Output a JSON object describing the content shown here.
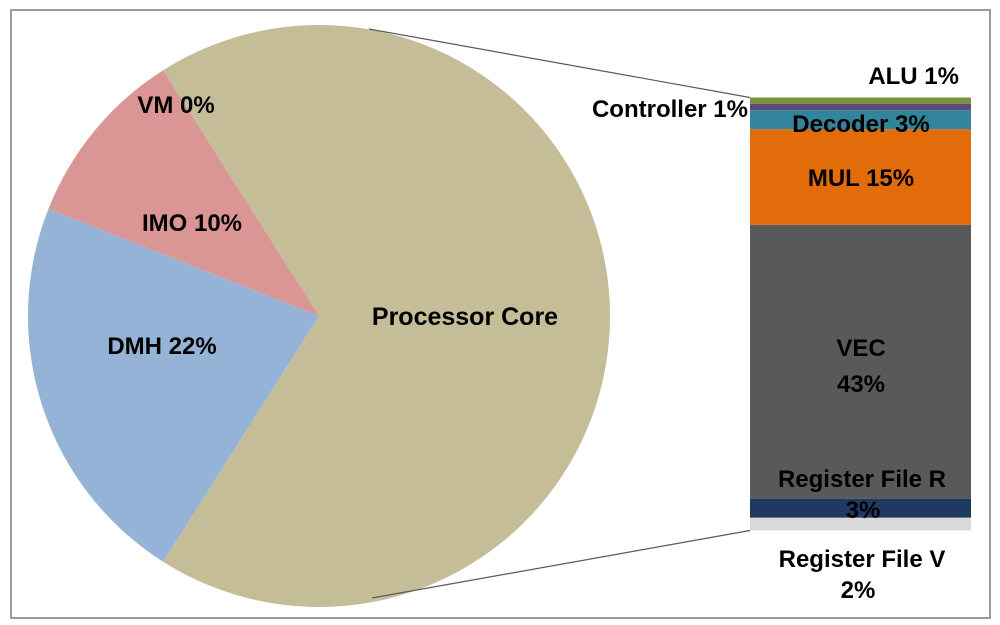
{
  "chart_data": {
    "type": "pie",
    "subtype": "bar-of-pie",
    "title": "",
    "legend": "none",
    "pie": {
      "start_angle_deg": -32.4,
      "direction": "clockwise",
      "slices": [
        {
          "name": "processor-core",
          "label": "Processor Core",
          "value_pct": 68,
          "color": "#C4BD97"
        },
        {
          "name": "dmh",
          "label": "DMH 22%",
          "value_pct": 22,
          "color": "#95B3D7"
        },
        {
          "name": "imo",
          "label": "IMO 10%",
          "value_pct": 10,
          "color": "#D99694"
        },
        {
          "name": "vm",
          "label": "VM 0%",
          "value_pct": 0,
          "color": "#D99694"
        }
      ]
    },
    "bar": {
      "represents": "Processor Core breakdown",
      "total_pct": 68,
      "segments_top_to_bottom": [
        {
          "name": "alu",
          "label": "ALU 1%",
          "value_pct": 1,
          "color": "#77933C"
        },
        {
          "name": "controller",
          "label": "Controller 1%",
          "value_pct": 1,
          "color": "#604A7B"
        },
        {
          "name": "decoder",
          "label": "Decoder 3%",
          "value_pct": 3,
          "color": "#31849B"
        },
        {
          "name": "mul",
          "label": "MUL 15%",
          "value_pct": 15,
          "color": "#E36C0A"
        },
        {
          "name": "vec",
          "label": "VEC 43%",
          "value_pct": 43,
          "color": "#595959"
        },
        {
          "name": "register-file-r",
          "label": "Register File R 3%",
          "value_pct": 3,
          "color": "#1F3A60"
        },
        {
          "name": "register-file-v",
          "label": "Register File V 2%",
          "value_pct": 2,
          "color": "#D9D9D9"
        }
      ]
    },
    "colors": {
      "connector_line": "#595959",
      "frame_border": "#9B9B9B",
      "label_text": "#000000"
    }
  },
  "labels": {
    "vm": "VM 0%",
    "imo": "IMO 10%",
    "dmh": "DMH 22%",
    "processor_core": "Processor Core",
    "controller": "Controller 1%",
    "alu": "ALU 1%",
    "decoder": "Decoder 3%",
    "mul": "MUL 15%",
    "vec_line1": "VEC",
    "vec_line2": "43%",
    "reg_r_line1": "Register File R",
    "reg_r_line2": "3%",
    "reg_v_line1": "Register File V",
    "reg_v_line2": "2%"
  }
}
